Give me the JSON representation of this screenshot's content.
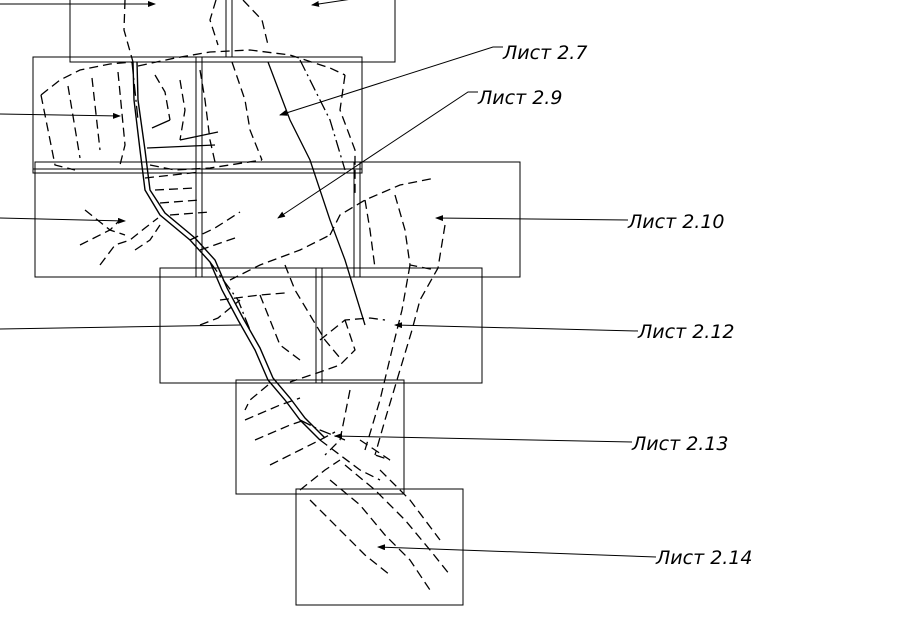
{
  "sheets": [
    {
      "id": "2.7",
      "label": "Лист 2.7"
    },
    {
      "id": "2.9",
      "label": "Лист 2.9"
    },
    {
      "id": "2.10",
      "label": "Лист 2.10"
    },
    {
      "id": "2.12",
      "label": "Лист 2.12"
    },
    {
      "id": "2.13",
      "label": "Лист 2.13"
    },
    {
      "id": "2.14",
      "label": "Лист 2.14"
    }
  ],
  "colors": {
    "line": "#000000",
    "background": "#ffffff"
  }
}
